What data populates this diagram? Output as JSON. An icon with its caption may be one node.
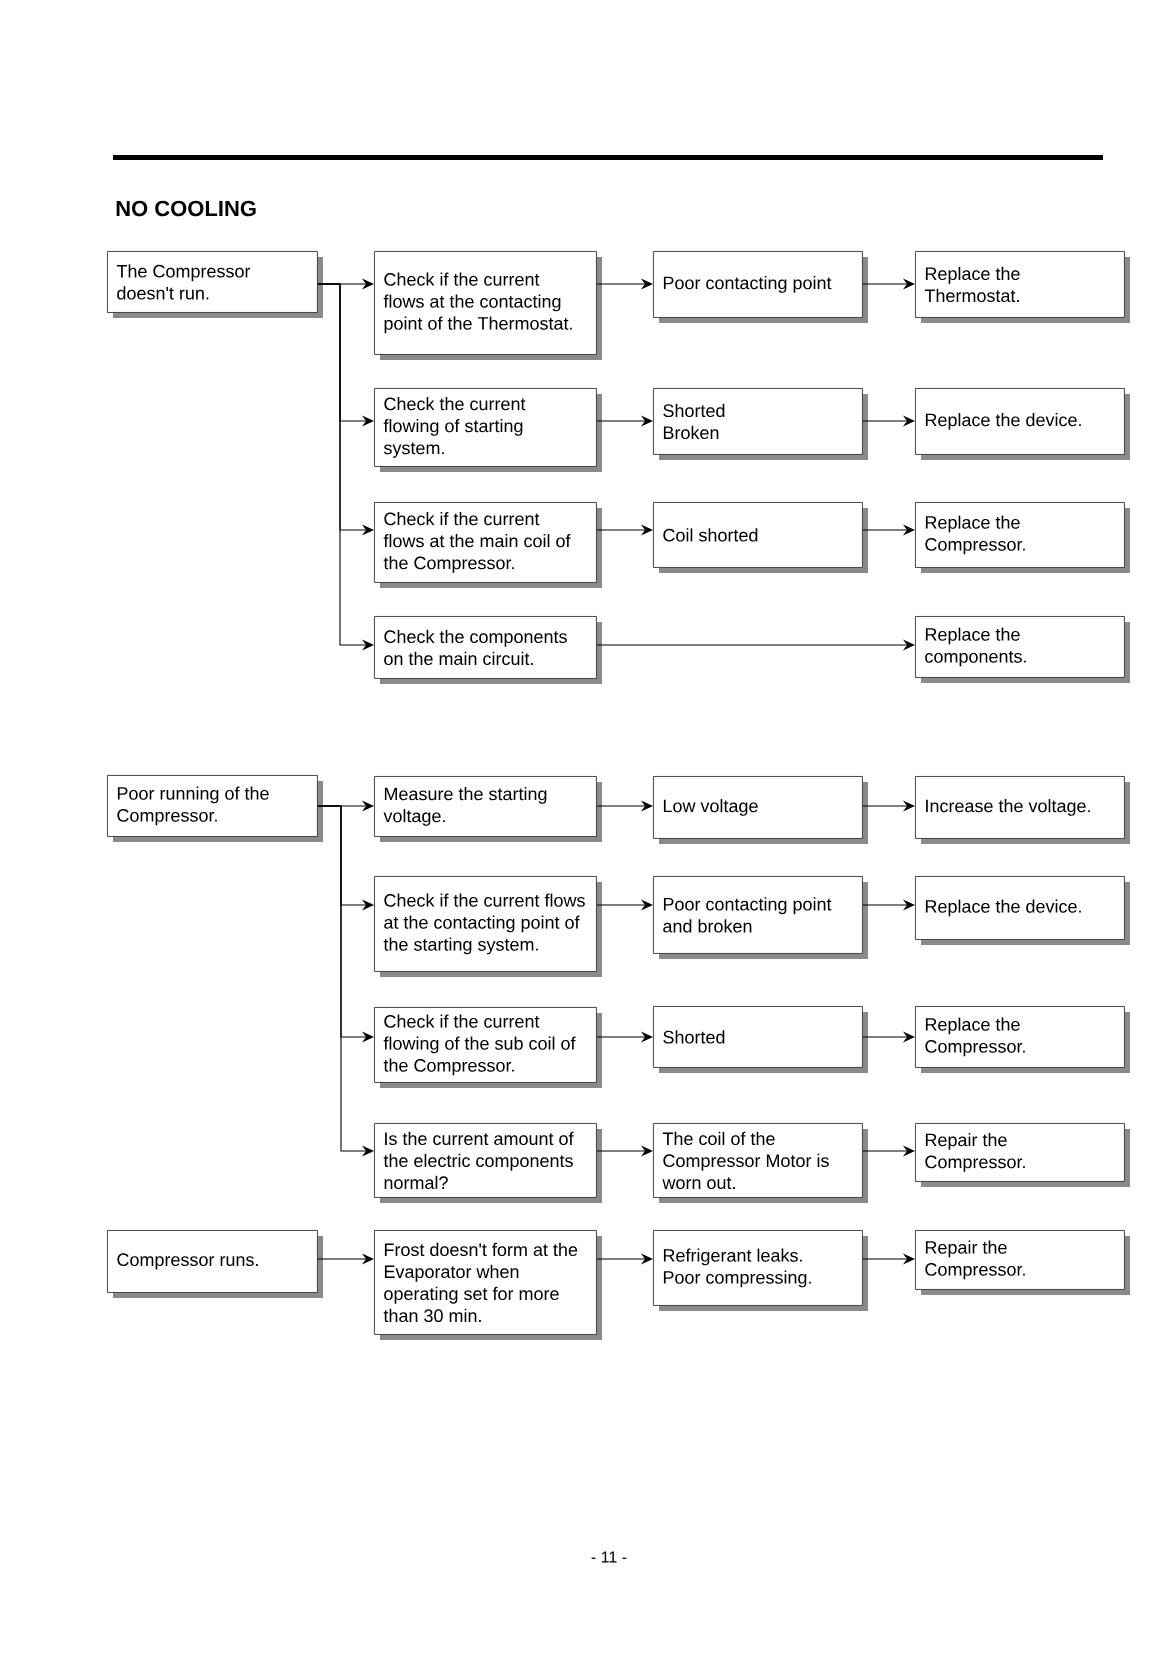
{
  "diagram": {
    "title": "NO COOLING",
    "nodes": [
      {
        "text": [
          "The Compressor doesn't run."
        ]
      },
      {
        "text": [
          "Check if the current flows at the contacting point of the Thermostat."
        ]
      },
      {
        "text": [
          "Poor contacting point"
        ]
      },
      {
        "text": [
          "Replace the Thermostat."
        ]
      },
      {
        "text": [
          "Check the current flowing of starting system."
        ]
      },
      {
        "text": [
          "Shorted",
          "Broken"
        ]
      },
      {
        "text": [
          "Replace the device."
        ]
      },
      {
        "text": [
          "Check if the current flows at the main coil of the Compressor."
        ]
      },
      {
        "text": [
          "Coil shorted"
        ]
      },
      {
        "text": [
          "Replace the Compressor."
        ]
      },
      {
        "text": [
          "Check the components on the main circuit."
        ]
      },
      {
        "text": [
          "Replace the components."
        ]
      },
      {
        "text": [
          "Poor running of the Compressor."
        ]
      },
      {
        "text": [
          "Measure the starting voltage."
        ]
      },
      {
        "text": [
          "Low voltage"
        ]
      },
      {
        "text": [
          "Increase the voltage."
        ]
      },
      {
        "text": [
          "Check if the current flows at the contacting point of the starting system."
        ]
      },
      {
        "text": [
          "Poor contacting point and broken"
        ]
      },
      {
        "text": [
          "Replace the device."
        ]
      },
      {
        "text": [
          "Check if the current flowing of the sub coil of the Compressor."
        ]
      },
      {
        "text": [
          "Shorted"
        ]
      },
      {
        "text": [
          "Replace the Compressor."
        ]
      },
      {
        "text": [
          "Is the current amount of the electric components normal?"
        ]
      },
      {
        "text": [
          "The coil of the Compressor Motor is worn out."
        ]
      },
      {
        "text": [
          "Repair the Compressor."
        ]
      },
      {
        "text": [
          "Compressor runs."
        ]
      },
      {
        "text": [
          "Frost doesn't form at the Evaporator when operating set for more than 30 min."
        ]
      },
      {
        "text": [
          "Refrigerant leaks.",
          "Poor compressing."
        ]
      },
      {
        "text": [
          "Repair the Compressor."
        ]
      }
    ],
    "edges": [
      {
        "from": 0,
        "to": 1,
        "arrow": "to"
      },
      {
        "from": 0,
        "to": 4,
        "arrow": "to"
      },
      {
        "from": 0,
        "to": 7,
        "arrow": "to"
      },
      {
        "from": 0,
        "to": 10,
        "arrow": "to"
      },
      {
        "from": 1,
        "to": 2,
        "arrow": "to"
      },
      {
        "from": 2,
        "to": 3,
        "arrow": "to"
      },
      {
        "from": 4,
        "to": 5,
        "arrow": "to"
      },
      {
        "from": 5,
        "to": 6,
        "arrow": "to"
      },
      {
        "from": 7,
        "to": 8,
        "arrow": "to"
      },
      {
        "from": 8,
        "to": 9,
        "arrow": "to"
      },
      {
        "from": 10,
        "to": 11,
        "arrow": "to"
      },
      {
        "from": 12,
        "to": 13,
        "arrow": "to"
      },
      {
        "from": 12,
        "to": 16,
        "arrow": "to"
      },
      {
        "from": 12,
        "to": 19,
        "arrow": "to"
      },
      {
        "from": 12,
        "to": 22,
        "arrow": "to"
      },
      {
        "from": 13,
        "to": 14,
        "arrow": "to"
      },
      {
        "from": 14,
        "to": 15,
        "arrow": "to"
      },
      {
        "from": 16,
        "to": 17,
        "arrow": "to"
      },
      {
        "from": 17,
        "to": 18,
        "arrow": "to"
      },
      {
        "from": 19,
        "to": 20,
        "arrow": "to"
      },
      {
        "from": 20,
        "to": 21,
        "arrow": "to"
      },
      {
        "from": 22,
        "to": 23,
        "arrow": "to"
      },
      {
        "from": 23,
        "to": 24,
        "arrow": "to"
      },
      {
        "from": 25,
        "to": 26,
        "arrow": "to"
      },
      {
        "from": 26,
        "to": 27,
        "arrow": "to"
      },
      {
        "from": 27,
        "to": 28,
        "arrow": "to"
      }
    ],
    "labels": [
      "- 11 -"
    ]
  }
}
